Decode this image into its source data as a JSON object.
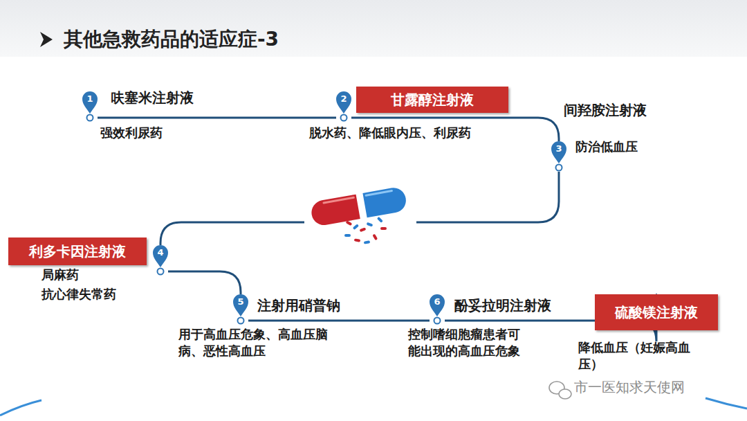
{
  "diagram": {
    "title": "其他急救药品的适应症-3",
    "nodes": [
      {
        "text": [
          "1"
        ]
      },
      {
        "text": [
          "2"
        ]
      },
      {
        "text": [
          "甘露醇注射液"
        ]
      },
      {
        "text": [
          "3"
        ]
      },
      {
        "text": [
          "利多卡因注射液"
        ]
      },
      {
        "text": [
          "4"
        ]
      },
      {
        "text": [
          "5"
        ]
      },
      {
        "text": [
          "6"
        ]
      },
      {
        "text": [
          "硫酸镁注射液"
        ]
      }
    ],
    "edges": [
      {
        "from": 0,
        "to": 1,
        "arrow": "none"
      },
      {
        "from": 1,
        "to": 3,
        "arrow": "none"
      },
      {
        "from": 3,
        "to": 5,
        "arrow": "none"
      },
      {
        "from": 5,
        "to": 6,
        "arrow": "none"
      },
      {
        "from": 6,
        "to": 7,
        "arrow": "none"
      },
      {
        "from": 7,
        "to": 8,
        "arrow": "to"
      }
    ],
    "labels": [
      "呋塞米注射液",
      "强效利尿药",
      "脱水药、降低眼内压、利尿药",
      "间羟胺注射液",
      "防治低血压",
      "局麻药",
      "抗心律失常药",
      "注射用硝普钠",
      "用于高血压危象、高血压脑病、恶性高血压",
      "酚妥拉明注射液",
      "控制嗜细胞瘤患者可能出现的高血压危象",
      "降低血压（妊娠高血压）",
      "市一医知求天使网"
    ]
  }
}
